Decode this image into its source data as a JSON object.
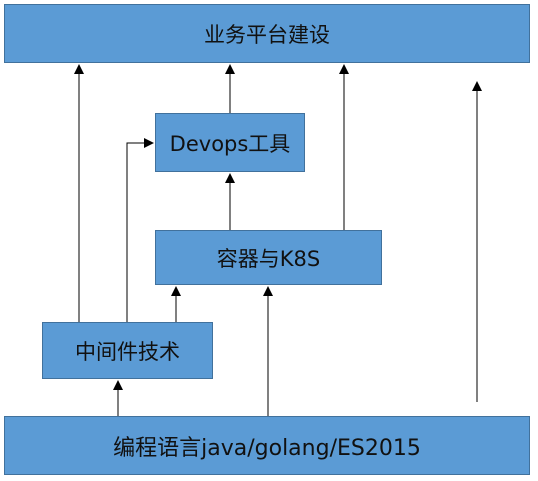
{
  "nodes": {
    "platform": "业务平台建设",
    "devops": "Devops工具",
    "containers": "容器与K8S",
    "middleware": "中间件技术",
    "languages": "编程语言java/golang/ES2015"
  },
  "colors": {
    "box_fill": "#5b9bd5",
    "box_border": "#41719c",
    "text": "#111111",
    "connector": "#000000"
  }
}
